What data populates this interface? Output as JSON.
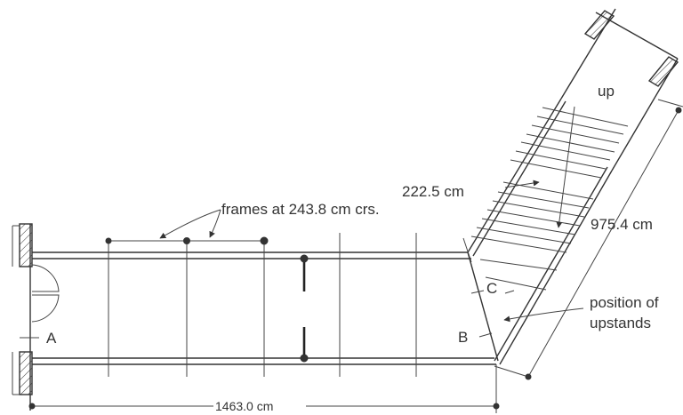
{
  "labels": {
    "frames": "frames at 243.8 cm  crs.",
    "width": "222.5 cm",
    "up": "up",
    "diag_length": "975.4 cm",
    "horiz_length": "1463.0 cm",
    "upstands_line1": "position of",
    "upstands_line2": "upstands",
    "point_a": "A",
    "point_b": "B",
    "point_c": "C"
  },
  "colors": {
    "line": "#333333"
  }
}
